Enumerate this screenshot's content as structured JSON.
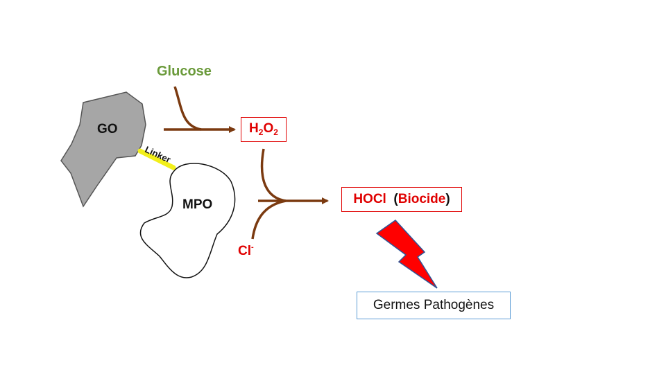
{
  "labels": {
    "glucose": "Glucose",
    "go": "GO",
    "linker": "Linker",
    "mpo": "MPO",
    "h2o2_h": "H",
    "h2o2_sub1": "2",
    "h2o2_o": "O",
    "h2o2_sub2": "2",
    "hocl": "HOCl",
    "biocide_open": "(",
    "biocide": "Biocide",
    "biocide_close": ")",
    "cl": "Cl",
    "cl_charge": "-",
    "germes": "Germes Pathogènes"
  },
  "colors": {
    "arrow": "#7b3a10",
    "glucose_text": "#6a9a3a",
    "red": "#e00000",
    "linker": "#f2ef1a",
    "go_fill": "#a6a6a6",
    "germes_border": "#5b9bd5"
  }
}
